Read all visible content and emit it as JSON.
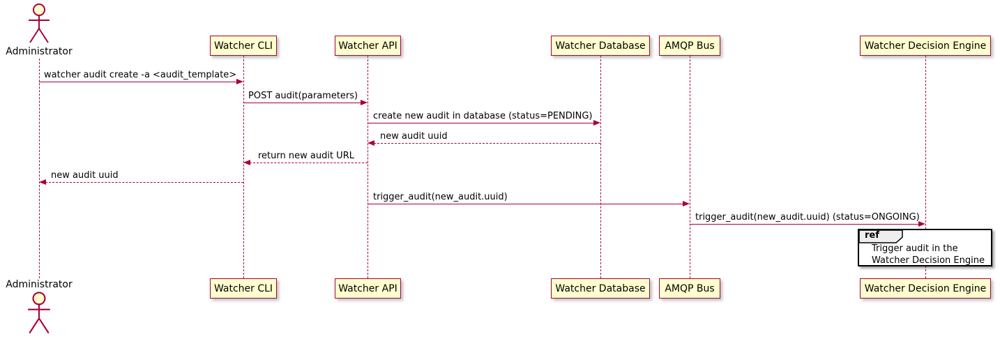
{
  "actor": {
    "label": "Administrator"
  },
  "participants": [
    {
      "label": "Watcher CLI"
    },
    {
      "label": "Watcher API"
    },
    {
      "label": "Watcher Database"
    },
    {
      "label": "AMQP Bus"
    },
    {
      "label": "Watcher Decision Engine"
    }
  ],
  "messages": [
    {
      "text": "watcher audit create -a <audit_template>",
      "from": "Administrator",
      "to": "Watcher CLI",
      "line": "solid",
      "direction": "right"
    },
    {
      "text": "POST audit(parameters)",
      "from": "Watcher CLI",
      "to": "Watcher API",
      "line": "solid",
      "direction": "right"
    },
    {
      "text": "create new audit in database (status=PENDING)",
      "from": "Watcher API",
      "to": "Watcher Database",
      "line": "solid",
      "direction": "right"
    },
    {
      "text": "new audit uuid",
      "from": "Watcher Database",
      "to": "Watcher API",
      "line": "dashed",
      "direction": "left"
    },
    {
      "text": "return new audit URL",
      "from": "Watcher API",
      "to": "Watcher CLI",
      "line": "dashed",
      "direction": "left"
    },
    {
      "text": "new audit uuid",
      "from": "Watcher CLI",
      "to": "Administrator",
      "line": "dashed",
      "direction": "left"
    },
    {
      "text": "trigger_audit(new_audit.uuid)",
      "from": "Watcher API",
      "to": "AMQP Bus",
      "line": "solid",
      "direction": "right"
    },
    {
      "text": "trigger_audit(new_audit.uuid) (status=ONGOING)",
      "from": "AMQP Bus",
      "to": "Watcher Decision Engine",
      "line": "solid",
      "direction": "right"
    }
  ],
  "ref": {
    "keyword": "ref",
    "line1": "Trigger audit in the",
    "line2": "Watcher Decision Engine"
  },
  "colors": {
    "participant_fill": "#FEFECE",
    "stroke": "#A80036",
    "text": "#000000",
    "ref_border": "#000000",
    "ref_header_fill": "#EEEEEE",
    "background": "#FFFFFF"
  }
}
